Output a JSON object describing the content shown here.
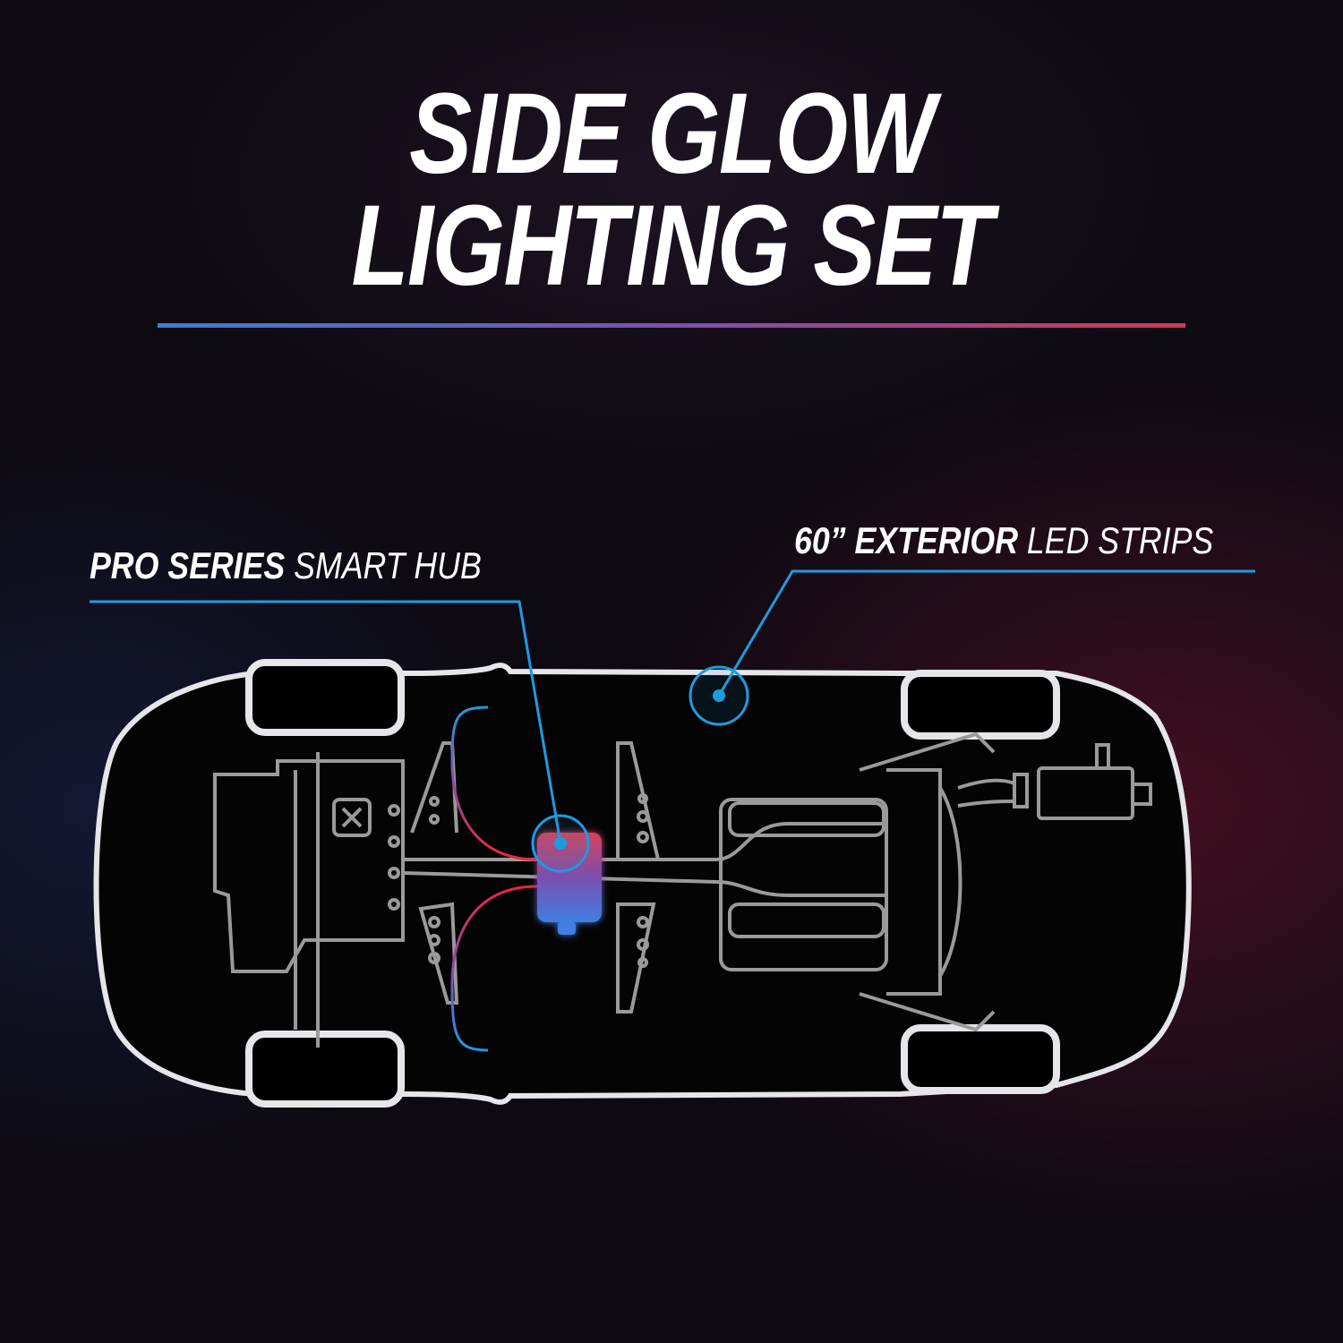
{
  "title": {
    "line1": "SIDE GLOW",
    "line2": "LIGHTING SET"
  },
  "callouts": {
    "hub": {
      "bold": "PRO SERIES",
      "light": " SMART HUB"
    },
    "strips": {
      "bold": "60” EXTERIOR",
      "light": " LED STRIPS"
    }
  },
  "colors": {
    "accent_blue": "#1e9be0",
    "accent_red": "#e8283c",
    "accent_purple": "#7a4fb0",
    "outline": "#e6e6ea",
    "chassis": "#9a9a9a"
  }
}
